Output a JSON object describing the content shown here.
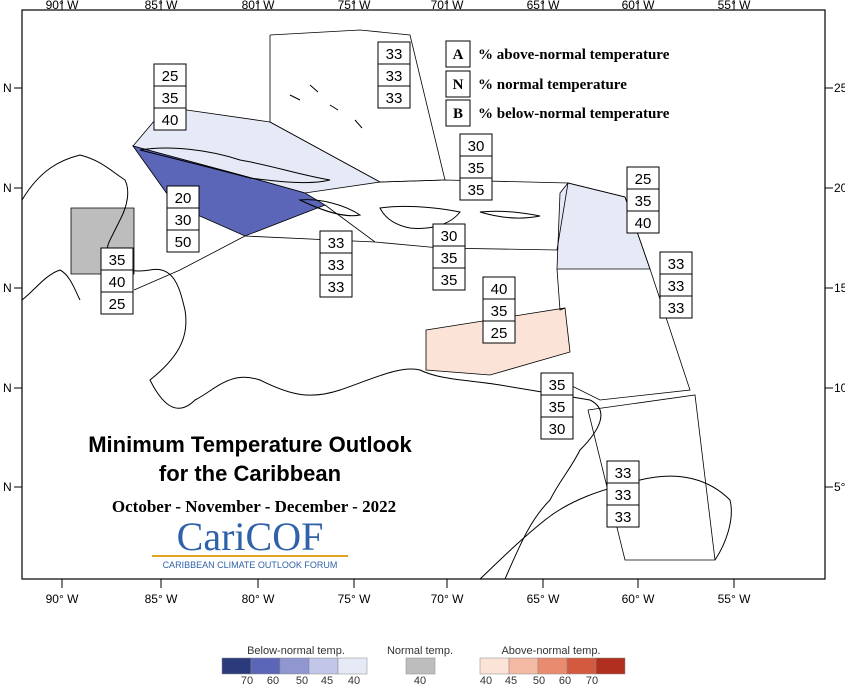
{
  "map": {
    "title_line1": "Minimum Temperature Outlook",
    "title_line2": "for the Caribbean",
    "period": "October - November - December - 2022",
    "logo_text": "CariCOF",
    "logo_subtitle": "CARIBBEAN CLIMATE OUTLOOK FORUM",
    "lon_labels": [
      "90° W",
      "85° W",
      "80° W",
      "75° W",
      "70° W",
      "65° W",
      "60° W",
      "55° W"
    ],
    "lat_labels_right": [
      "25°",
      "20°",
      "15°",
      "10°",
      "5°"
    ],
    "lat_labels_left": [
      "N",
      "N",
      "N",
      "N",
      "N"
    ]
  },
  "legend_key": [
    {
      "letter": "A",
      "text": "% above-normal temperature"
    },
    {
      "letter": "N",
      "text": "% normal temperature"
    },
    {
      "letter": "B",
      "text": "% below-normal temperature"
    }
  ],
  "zones": [
    {
      "id": "bahamas",
      "A": "33",
      "N": "33",
      "B": "33",
      "category": "none"
    },
    {
      "id": "cuba",
      "A": "25",
      "N": "35",
      "B": "40",
      "category": "below-40"
    },
    {
      "id": "cayman",
      "A": "20",
      "N": "30",
      "B": "50",
      "category": "below-50"
    },
    {
      "id": "belize",
      "A": "35",
      "N": "40",
      "B": "25",
      "category": "normal-40"
    },
    {
      "id": "jamaica",
      "A": "33",
      "N": "33",
      "B": "33",
      "category": "none"
    },
    {
      "id": "hispaniola",
      "A": "30",
      "N": "35",
      "B": "35",
      "category": "none"
    },
    {
      "id": "turks",
      "A": "30",
      "N": "35",
      "B": "35",
      "category": "none"
    },
    {
      "id": "leeward",
      "A": "25",
      "N": "35",
      "B": "40",
      "category": "below-40"
    },
    {
      "id": "windward",
      "A": "33",
      "N": "33",
      "B": "33",
      "category": "none"
    },
    {
      "id": "abc",
      "A": "40",
      "N": "35",
      "B": "25",
      "category": "above-40"
    },
    {
      "id": "trinidad",
      "A": "35",
      "N": "35",
      "B": "30",
      "category": "none"
    },
    {
      "id": "guianas",
      "A": "33",
      "N": "33",
      "B": "33",
      "category": "none"
    }
  ],
  "colorbar": {
    "below_title": "Below-normal temp.",
    "normal_title": "Normal temp.",
    "above_title": "Above-normal temp.",
    "below_colors": [
      "#2b3a7a",
      "#5b66b8",
      "#8f96d0",
      "#c2c6e8",
      "#e6e9f6"
    ],
    "below_ticks": [
      "70",
      "60",
      "50",
      "45",
      "40"
    ],
    "normal_color": "#bdbdbd",
    "normal_ticks": [
      "40"
    ],
    "above_colors": [
      "#fbe3d8",
      "#f4b9a3",
      "#e98b6e",
      "#d45a3f",
      "#b02f1e"
    ],
    "above_ticks": [
      "40",
      "45",
      "50",
      "60",
      "70"
    ]
  }
}
